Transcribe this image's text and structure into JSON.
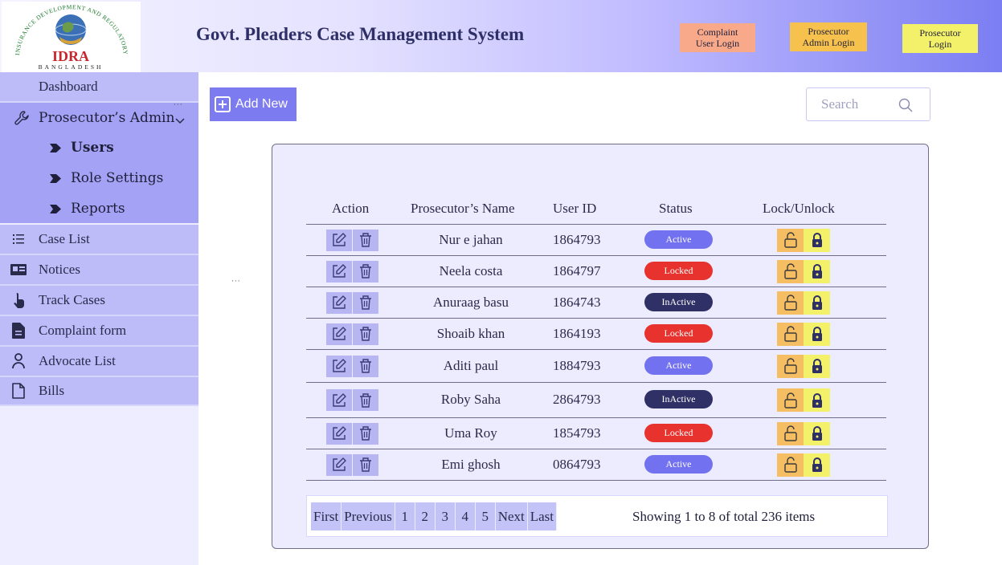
{
  "header": {
    "logo": {
      "text_top": "INSURANCE DEVELOPMENT AND REGULATORY AUTHORITY",
      "abbr": "IDRA",
      "country": "BANGLADESH"
    },
    "title": "Govt. Pleaders Case Management System",
    "buttons": {
      "complaint_line1": "Complaint",
      "complaint_line2": "User Login",
      "admin_line1": "Prosecutor",
      "admin_line2": "Admin Login",
      "login_line1": "Prosecutor",
      "login_line2": "Login"
    }
  },
  "sidebar": {
    "dashboard": "Dashboard",
    "admin_group": {
      "label": "Prosecutor’s Admin",
      "sub_items": [
        "Users",
        "Role Settings",
        "Reports"
      ]
    },
    "items": [
      {
        "label": "Case List",
        "icon": "list-icon"
      },
      {
        "label": "Notices",
        "icon": "newspaper-icon"
      },
      {
        "label": "Track Cases",
        "icon": "hand-pointer-icon"
      },
      {
        "label": "Complaint form",
        "icon": "document-icon"
      },
      {
        "label": "Advocate List",
        "icon": "person-icon"
      },
      {
        "label": "Bills",
        "icon": "file-icon"
      }
    ]
  },
  "toolbar": {
    "add_new": "Add New",
    "search_placeholder": "Search"
  },
  "table": {
    "headers": {
      "action": "Action",
      "name": "Prosecutor’s Name",
      "user_id": "User ID",
      "status": "Status",
      "lock": "Lock/Unlock"
    },
    "rows": [
      {
        "name": "Nur e jahan",
        "user_id": "1864793",
        "status": "Active"
      },
      {
        "name": "Neela costa",
        "user_id": "1864797",
        "status": "Locked"
      },
      {
        "name": "Anuraag basu",
        "user_id": "1864743",
        "status": "InActive"
      },
      {
        "name": "Shoaib khan",
        "user_id": "1864193",
        "status": "Locked"
      },
      {
        "name": "Aditi paul",
        "user_id": "1884793",
        "status": "Active"
      },
      {
        "name": "Roby Saha",
        "user_id": "2864793",
        "status": "InActive"
      },
      {
        "name": "Uma Roy",
        "user_id": "1854793",
        "status": "Locked"
      },
      {
        "name": "Emi ghosh",
        "user_id": "0864793",
        "status": "Active"
      }
    ]
  },
  "pagination": {
    "first": "First",
    "previous": "Previous",
    "pages": [
      "1",
      "2",
      "3",
      "4",
      "5"
    ],
    "next": "Next",
    "last": "Last",
    "summary": "Showing 1 to 8 of total 236 items"
  },
  "colors": {
    "active": "#7271f0",
    "locked": "#e8322d",
    "inactive": "#2f3066",
    "unlock_bg": "#f6be63",
    "lock_bg": "#f3f06a",
    "accent": "#7d7bf0"
  }
}
